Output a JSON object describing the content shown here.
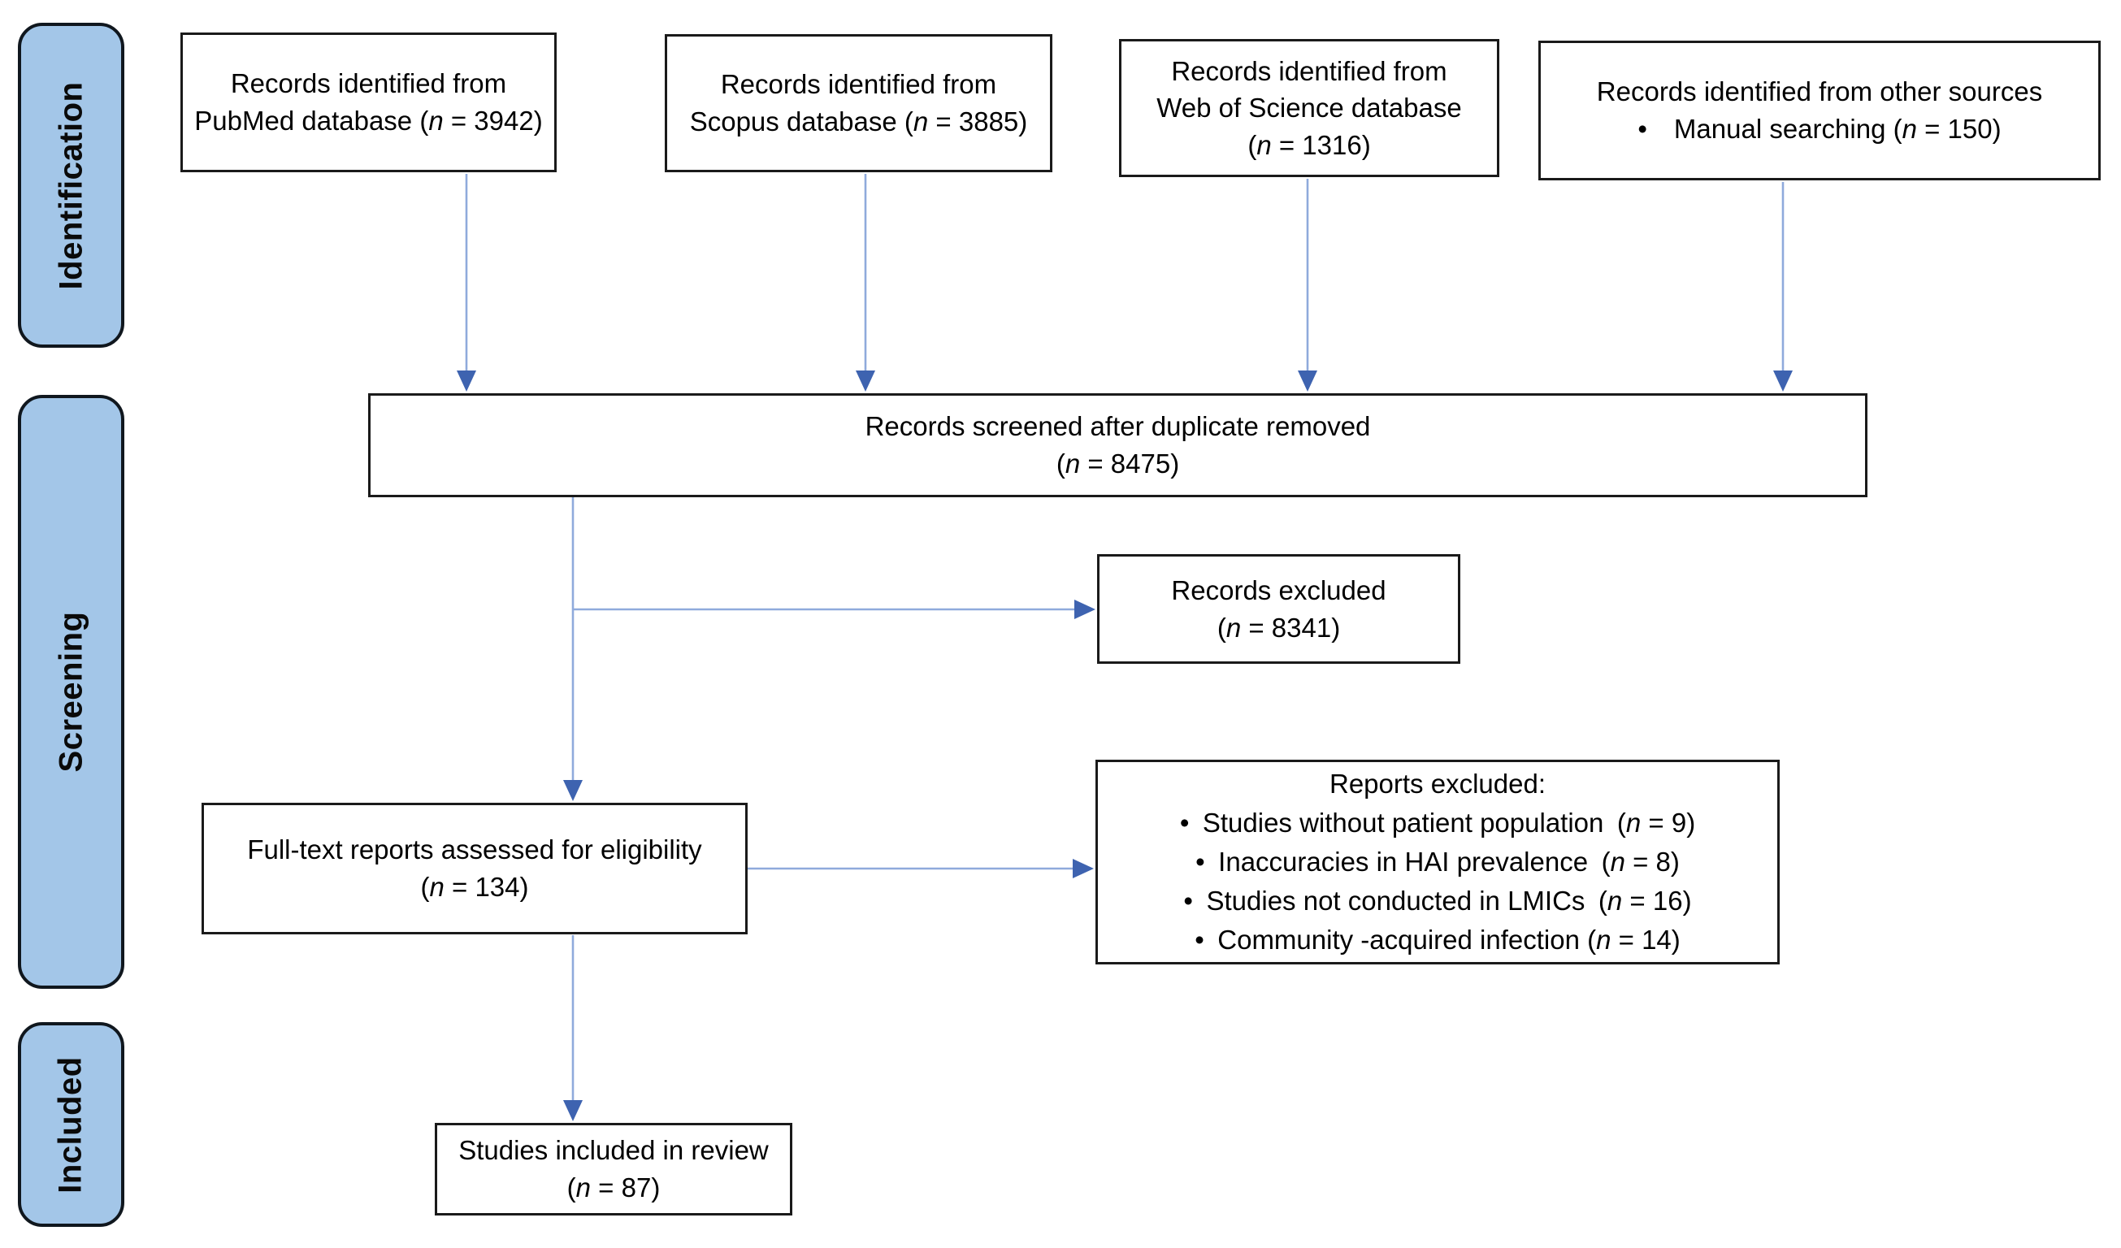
{
  "diagram": {
    "type": "prisma-flow",
    "colors": {
      "stage_fill": "#A3C6E8",
      "stage_border": "#10171E",
      "arrow_line": "#8FAADC",
      "arrow_head": "#3E63B0",
      "box_border": "#1a1a1a",
      "text": "#000000"
    },
    "stages": [
      {
        "label": "Identification"
      },
      {
        "label": "Screening"
      },
      {
        "label": "Included"
      }
    ],
    "boxes": {
      "pubmed": {
        "lines": [
          [
            {
              "t": "Records identified from"
            }
          ],
          [
            {
              "t": "PubMed database ("
            },
            {
              "t": "n",
              "i": true
            },
            {
              "t": " = 3942)"
            }
          ]
        ]
      },
      "scopus": {
        "lines": [
          [
            {
              "t": "Records identified from"
            }
          ],
          [
            {
              "t": "Scopus database ("
            },
            {
              "t": "n",
              "i": true
            },
            {
              "t": " = 3885)"
            }
          ]
        ]
      },
      "web_of_science": {
        "lines": [
          [
            {
              "t": "Records identified from"
            }
          ],
          [
            {
              "t": "Web of Science database"
            }
          ],
          [
            {
              "t": "("
            },
            {
              "t": "n",
              "i": true
            },
            {
              "t": " = 1316)"
            }
          ]
        ]
      },
      "other_sources": {
        "lines": [
          [
            {
              "t": "Records identified from other sources"
            }
          ],
          [
            {
              "t": "• Manual searching ("
            },
            {
              "t": "n",
              "i": true
            },
            {
              "t": " = 150)"
            }
          ]
        ]
      },
      "screened": {
        "lines": [
          [
            {
              "t": "Records screened after duplicate removed"
            }
          ],
          [
            {
              "t": "("
            },
            {
              "t": "n",
              "i": true
            },
            {
              "t": " = 8475)"
            }
          ]
        ]
      },
      "records_excluded": {
        "lines": [
          [
            {
              "t": "Records excluded"
            }
          ],
          [
            {
              "t": "("
            },
            {
              "t": "n",
              "i": true
            },
            {
              "t": " = 8341)"
            }
          ]
        ]
      },
      "fulltext": {
        "lines": [
          [
            {
              "t": "Full-text reports assessed for eligibility"
            }
          ],
          [
            {
              "t": "("
            },
            {
              "t": "n",
              "i": true
            },
            {
              "t": " = 134)"
            }
          ]
        ]
      },
      "reports_excluded": {
        "lines": [
          [
            {
              "t": "Reports excluded:"
            }
          ],
          [
            {
              "t": "• Studies without patient population ("
            },
            {
              "t": "n",
              "i": true
            },
            {
              "t": " = 9)"
            }
          ],
          [
            {
              "t": "• Inaccuracies in HAI prevalence ("
            },
            {
              "t": "n",
              "i": true
            },
            {
              "t": " = 8)"
            }
          ],
          [
            {
              "t": "• Studies not conducted in LMICs ("
            },
            {
              "t": "n",
              "i": true
            },
            {
              "t": " = 16)"
            }
          ],
          [
            {
              "t": "• Community -acquired infection ("
            },
            {
              "t": "n",
              "i": true
            },
            {
              "t": " = 14)"
            }
          ]
        ]
      },
      "included_review": {
        "lines": [
          [
            {
              "t": "Studies included in review"
            }
          ],
          [
            {
              "t": "("
            },
            {
              "t": "n",
              "i": true
            },
            {
              "t": " = 87)"
            }
          ]
        ]
      }
    }
  }
}
